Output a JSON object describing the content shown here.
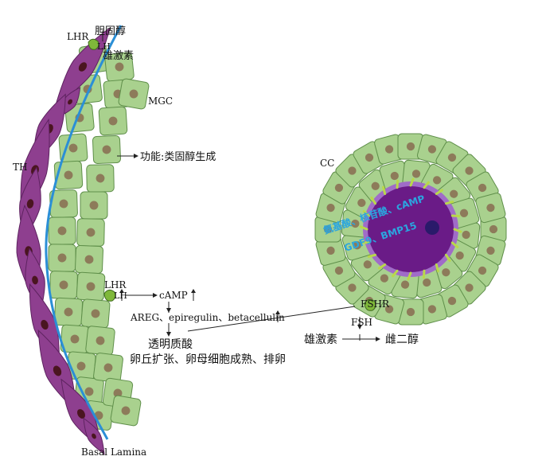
{
  "labels": {
    "lhr_top": "LHR",
    "cholesterol": "胆固醇",
    "lh_top": "LH",
    "androgen_top": "雄激素",
    "mgc": "MGC",
    "function": "功能:类固醇生成",
    "th": "TH",
    "cc": "CC",
    "amino_acids": "氨基酸、核苷酸、cAMP",
    "gdf9": "GDF9、BMP15",
    "lhr_mid": "LHR",
    "lh_mid": "LH",
    "camp": "cAMP",
    "areg": "AREG、epiregulin、betacellulin",
    "hyaluronic": "透明质酸",
    "expansion": "卵丘扩张、卵母细胞成熟、排卵",
    "fshr": "FSHR",
    "fsh": "FSH",
    "androgen": "雄激素",
    "estradiol": "雌二醇",
    "basal_lamina": "Basal Lamina"
  },
  "colors": {
    "granulosa_fill": "#a9d18e",
    "granulosa_stroke": "#5f8f4a",
    "nucleus": "#8d7b5a",
    "theca_fill": "#8e3f8f",
    "theca_stroke": "#5e2360",
    "theca_nucleus": "#4a1520",
    "basal_lamina": "#2b8fd6",
    "oocyte": "#6a1b87",
    "oocyte_ring": "#a06cc8",
    "oocyte_nucleus": "#2a1a6a",
    "receptor": "#7fb83a",
    "dash_marks": "#b9d84a",
    "oocyte_text": "#2aa6e0"
  }
}
